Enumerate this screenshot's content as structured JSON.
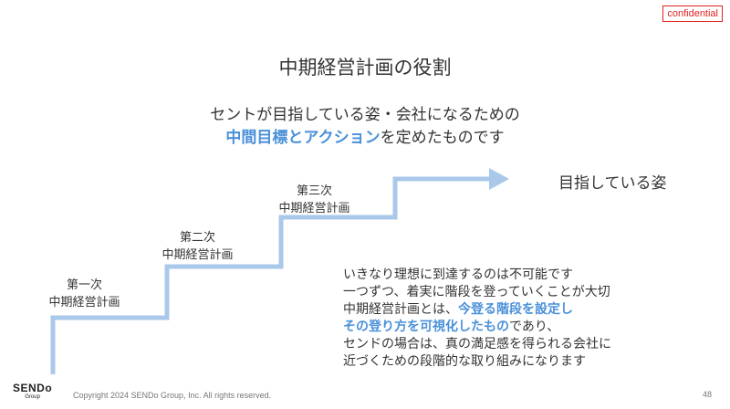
{
  "badge": "confidential",
  "title": "中期経営計画の役割",
  "subtitle": {
    "line1": "セントが目指している姿・会社になるための",
    "line2_highlight": "中間目標とアクション",
    "line2_rest": "を定めたものです"
  },
  "steps": [
    {
      "line1": "第一次",
      "line2": "中期経営計画"
    },
    {
      "line1": "第二次",
      "line2": "中期経営計画"
    },
    {
      "line1": "第三次",
      "line2": "中期経営計画"
    }
  ],
  "goal": "目指している姿",
  "body": {
    "line1": "いきなり理想に到達するのは不可能です",
    "line2": "一つずつ、着実に階段を登っていくことが大切",
    "line3_a": "中期経営計画とは、",
    "line3_b": "今登る階段を設定し",
    "line4_a": "その登り方を可視化したもの",
    "line4_b": "であり、",
    "line5": "センドの場合は、真の満足感を得られる会社に",
    "line6": "近づくための段階的な取り組みになります"
  },
  "footer": {
    "brand": "SENDo",
    "brand_sub": "Group",
    "copyright": "Copyright 2024 SENDo Group, Inc. All rights reserved.",
    "page": "48"
  },
  "colors": {
    "accent": "#4a90d9",
    "stair": "#a9c8ea",
    "badge": "#e02020"
  }
}
